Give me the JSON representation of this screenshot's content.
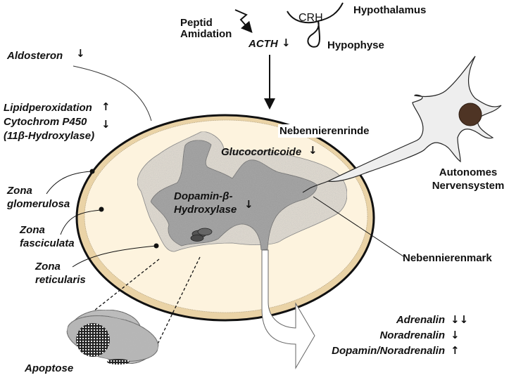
{
  "diagram": {
    "top": {
      "peptid_amidation": [
        "Peptid",
        "Amidation"
      ],
      "acth": "ACTH",
      "acth_trend": "down",
      "crh": "CRH",
      "hypothalamus": "Hypothalamus",
      "hypophyse": "Hypophyse"
    },
    "left": {
      "aldosteron": "Aldosteron",
      "aldosteron_trend": "down",
      "lipidperoxidation": "Lipidperoxidation",
      "lipidperoxidation_trend": "up",
      "cytochrom": "Cytochrom P450",
      "hydroxylase11": "(11β-Hydroxylase)",
      "cytochrom_trend": "down",
      "zona_glomerulosa": [
        "Zona",
        "glomerulosa"
      ],
      "zona_fasciculata": [
        "Zona",
        "fasciculata"
      ],
      "zona_reticularis": [
        "Zona",
        "reticularis"
      ],
      "apoptose": "Apoptose"
    },
    "gland": {
      "nebennierenrinde": "Nebennierenrinde",
      "glucocorticoide": "Glucocorticoide",
      "glucocorticoide_trend": "down",
      "dbh": [
        "Dopamin-β-",
        "Hydroxylase"
      ],
      "dbh_trend": "down",
      "nebennierenmark": "Nebennierenmark"
    },
    "right": {
      "autonomes": [
        "Autonomes",
        "Nervensystem"
      ]
    },
    "outputs": [
      {
        "label": "Adrenalin",
        "trend": "↓↓"
      },
      {
        "label": "Noradrenalin",
        "trend": "↓"
      },
      {
        "label": "Dopamin/Noradrenalin",
        "trend": "↑"
      }
    ],
    "colors": {
      "cortex_fill": "#fdf3de",
      "capsule_band": "#ead3a6",
      "fasciculata_fill": "#e5dfd4",
      "medulla_fill": "#9a9a9a",
      "nucleus": "#4e3424",
      "neuron_fill": "#eeeeee"
    }
  }
}
